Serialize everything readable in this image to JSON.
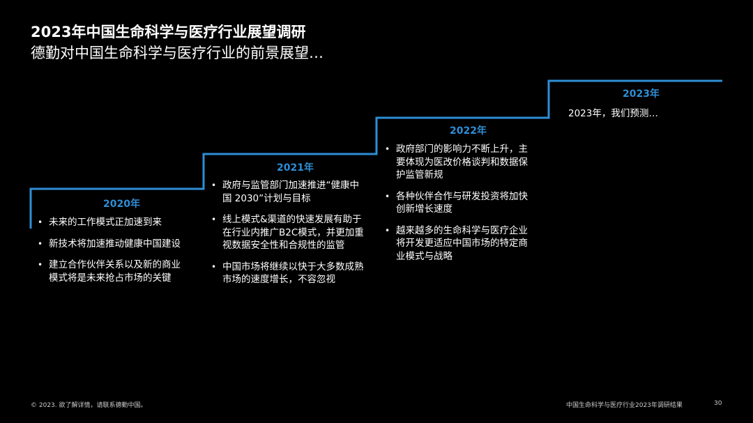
{
  "header": {
    "title": "2023年中国生命科学与医疗行业展望调研",
    "subtitle": "德勤对中国生命科学与医疗行业的前景展望…"
  },
  "colors": {
    "accent": "#2e8ed6",
    "background": "#000000",
    "text": "#ffffff"
  },
  "timeline": [
    {
      "year": "2020年",
      "bullets": [
        "未来的工作模式正加速到来",
        "新技术将加速推动健康中国建设",
        "建立合作伙伴关系以及新的商业模式将是未来抢占市场的关键"
      ]
    },
    {
      "year": "2021年",
      "bullets": [
        "政府与监管部门加速推进“健康中国 2030”计划与目标",
        "线上模式&渠道的快速发展有助于在行业内推广B2C模式，并更加重视数据安全性和合规性的监管",
        "中国市场将继续以快于大多数成熟市场的速度增长，不容忽视"
      ]
    },
    {
      "year": "2022年",
      "bullets": [
        "政府部门的影响力不断上升，主要体现为医改价格谈判和数据保护监管新规",
        "各种伙伴合作与研发投资将加快创新增长速度",
        "越来越多的生命科学与医疗企业将开发更适应中国市场的特定商业模式与战略"
      ]
    },
    {
      "year": "2023年",
      "text": "2023年，我们预测…"
    }
  ],
  "footer": {
    "copyright": "© 2023. 欲了解详情，请联系德勤中国。",
    "report": "中国生命科学与医疗行业2023年调研结果",
    "page": "30"
  }
}
